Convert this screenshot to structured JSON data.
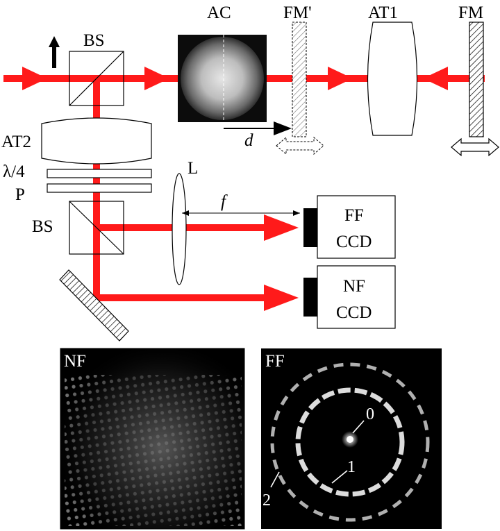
{
  "labels": {
    "ac": "AC",
    "fm_prime": "FM'",
    "at1": "AT1",
    "fm": "FM",
    "bs_top": "BS",
    "at2": "AT2",
    "lambda4": "λ/4",
    "p": "P",
    "bs_bottom": "BS",
    "l": "L",
    "f": "f",
    "d": "d",
    "ff_ccd_line1": "FF",
    "ff_ccd_line2": "CCD",
    "nf_ccd_line1": "NF",
    "nf_ccd_line2": "CCD",
    "nf_panel": "NF",
    "ff_panel": "FF",
    "order_0": "0",
    "order_1": "1",
    "order_2": "2"
  },
  "colors": {
    "beam": "#ff1a1a",
    "panel_bg": "#000000",
    "ink": "#000000",
    "ring": "#e8e8e8"
  }
}
